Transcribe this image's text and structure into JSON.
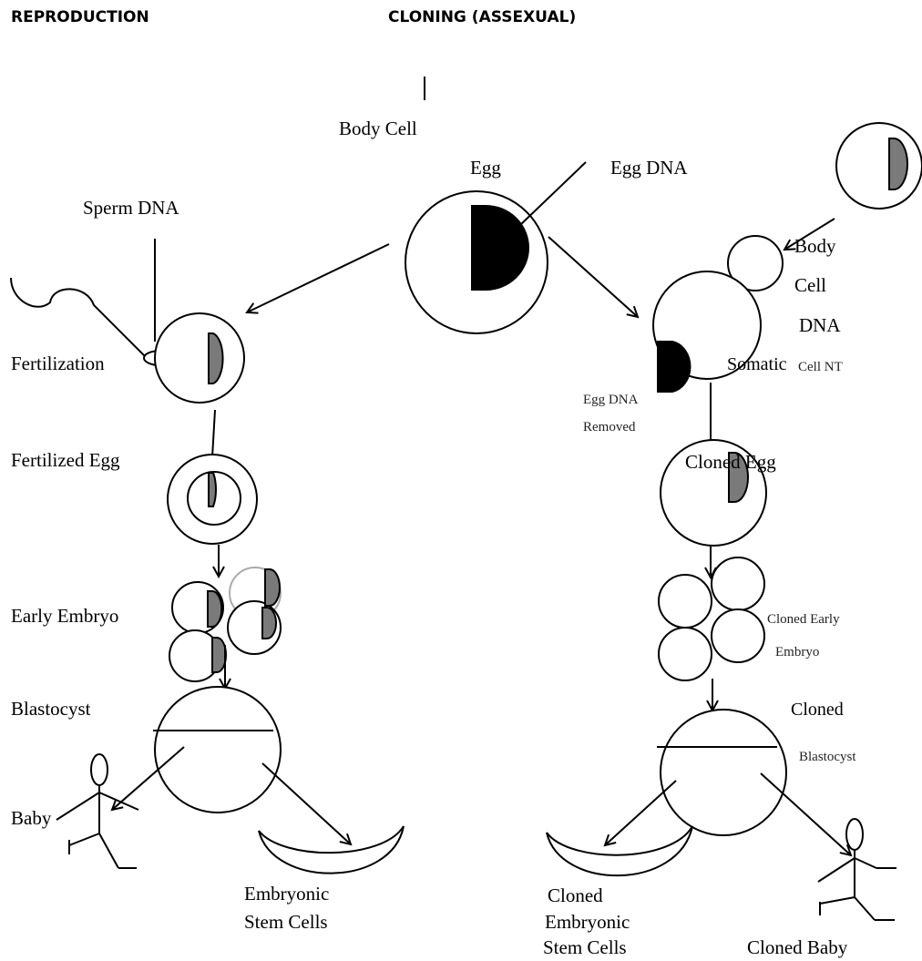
{
  "headers": {
    "left": "REPRODUCTION",
    "right": "CLONING (ASSEXUAL)"
  },
  "labels": {
    "body_cell_top": "Body Cell",
    "egg": "Egg",
    "egg_dna": "Egg DNA",
    "sperm_dna": "Sperm DNA",
    "fertilization": "Fertilization",
    "fertilized_egg": "Fertilized Egg",
    "early_embryo": "Early Embryo",
    "blastocyst": "Blastocyst",
    "baby": "Baby",
    "embryonic_stem_cells_1": "Embryonic",
    "embryonic_stem_cells_2": "Stem Cells",
    "body_cell_dna_1": "Body",
    "body_cell_dna_2": "Cell",
    "body_cell_dna_3": "DNA",
    "somatic": "Somatic",
    "cell_nt": "Cell NT",
    "egg_dna_removed_1": "Egg DNA",
    "egg_dna_removed_2": "Removed",
    "cloned_egg": "Cloned Egg",
    "cloned_early_embryo_1": "Cloned Early",
    "cloned_early_embryo_2": "Embryo",
    "cloned_blastocyst_1": "Cloned",
    "cloned_blastocyst_2": "Blastocyst",
    "cloned_stem_cells_1": "Cloned",
    "cloned_stem_cells_2": "Embryonic",
    "cloned_stem_cells_3": "Stem Cells",
    "cloned_baby": "Cloned Baby"
  }
}
